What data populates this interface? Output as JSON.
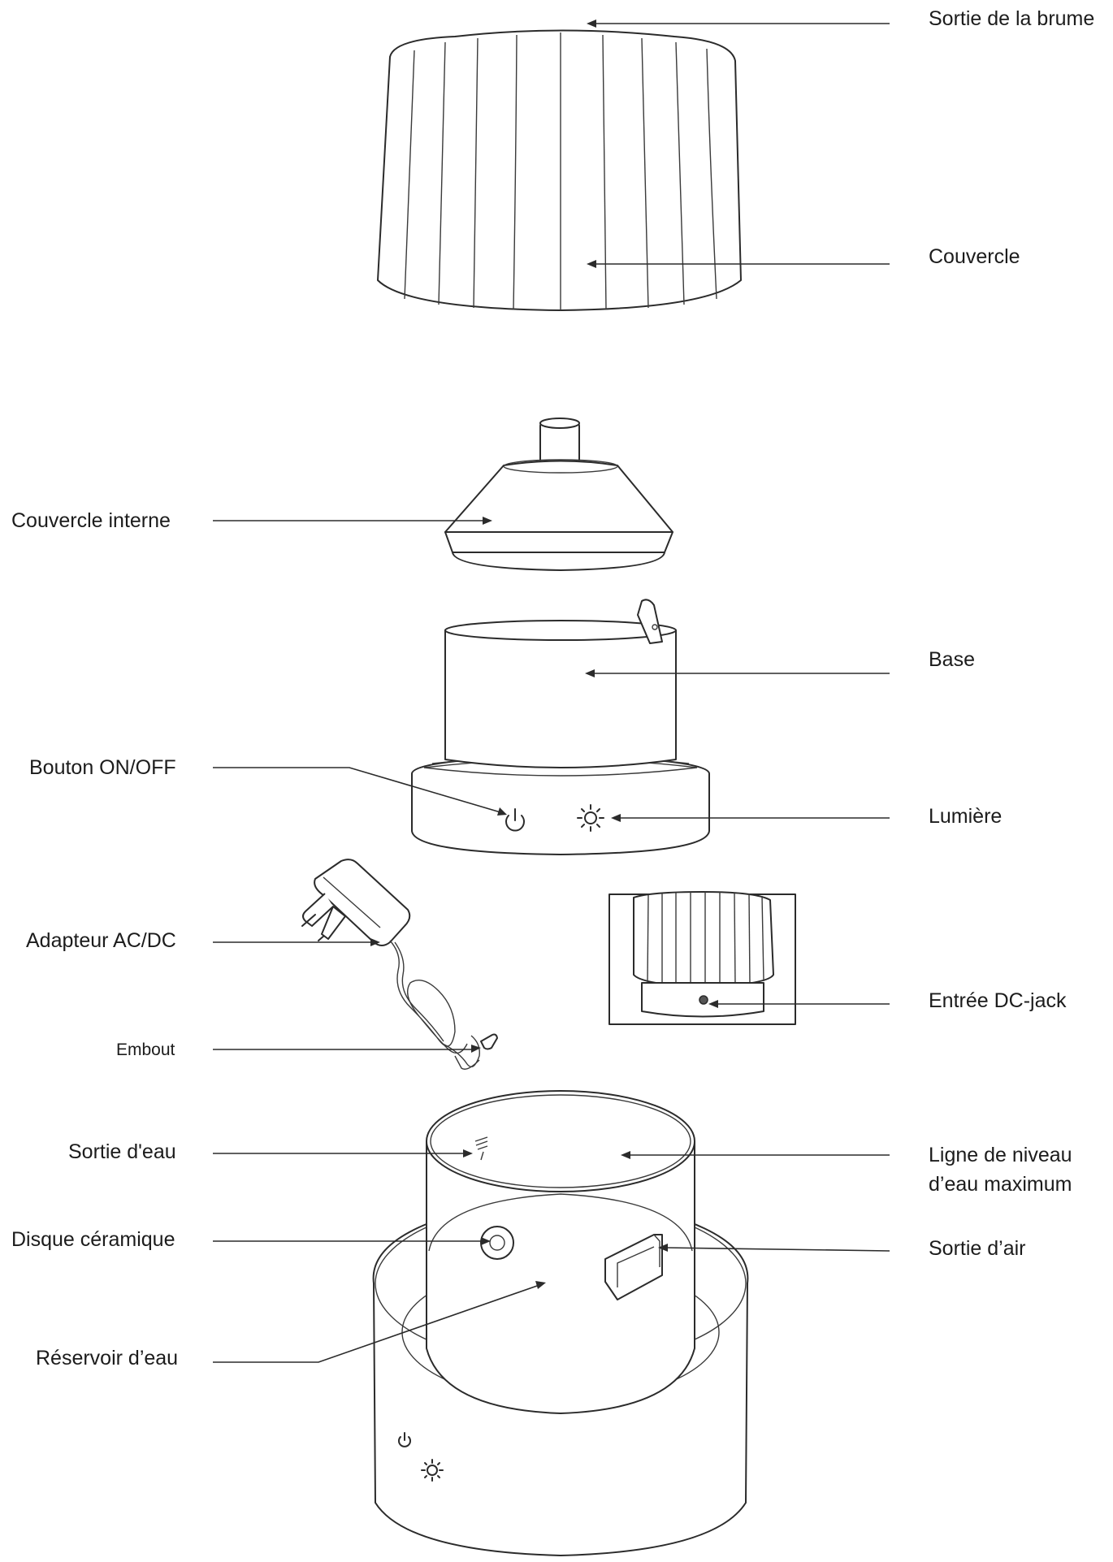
{
  "labels": {
    "mist_outlet": "Sortie de la brume",
    "cover": "Couvercle",
    "inner_cover": "Couvercle interne",
    "base": "Base",
    "power_button": "Bouton ON/OFF",
    "light": "Lumière",
    "adapter": "Adapteur AC/DC",
    "dc_jack": "Entrée DC-jack",
    "plug_tip": "Embout",
    "water_outlet": "Sortie d'eau",
    "max_level_line1": "Ligne de niveau",
    "max_level_line2": "d’eau maximum",
    "ceramic_disc": "Disque céramique",
    "air_outlet": "Sortie d’air",
    "water_tank": "Réservoir d’eau"
  },
  "icons": {
    "power": "power-icon",
    "light": "sun-icon"
  },
  "colors": {
    "line": "#2b2b2b",
    "text": "#1c1c1c",
    "background": "#ffffff"
  }
}
